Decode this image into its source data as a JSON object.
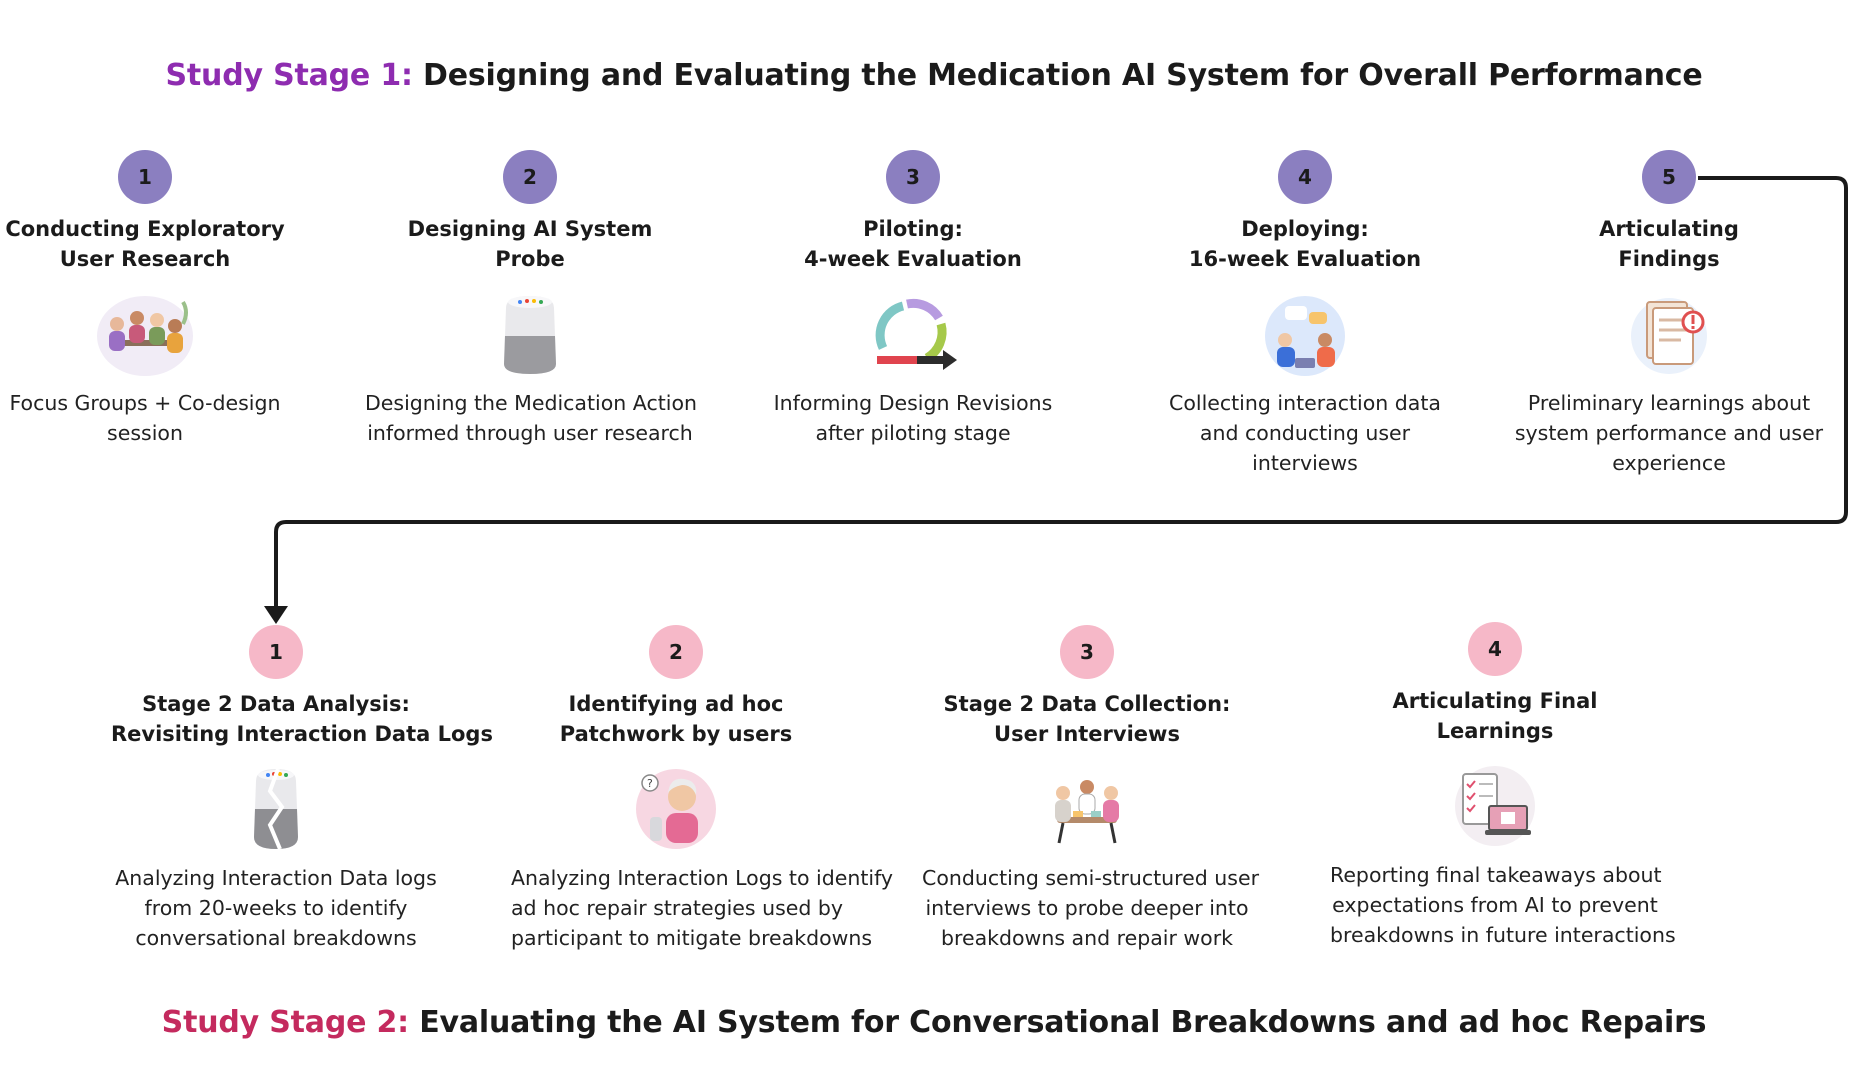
{
  "stage1": {
    "label": "Study Stage 1:",
    "title": "Designing and Evaluating the Medication AI System for Overall Performance",
    "label_color": "#8e2cb0",
    "circle_color": "#8b7fc0",
    "steps": [
      {
        "number": "1",
        "title_lines": [
          "Conducting Exploratory",
          "User Research"
        ],
        "desc_lines": [
          "Focus Groups + Co-design",
          "session"
        ],
        "icon": "focus-group-illustration"
      },
      {
        "number": "2",
        "title_lines": [
          "Designing AI System",
          "Probe"
        ],
        "desc_lines": [
          "Designing the Medication Action",
          "informed through user research"
        ],
        "icon": "smart-speaker-illustration"
      },
      {
        "number": "3",
        "title_lines": [
          "Piloting:",
          "4-week Evaluation"
        ],
        "desc_lines": [
          "Informing Design Revisions",
          "after piloting stage"
        ],
        "icon": "cycle-arrows-illustration"
      },
      {
        "number": "4",
        "title_lines": [
          "Deploying:",
          "16-week Evaluation"
        ],
        "desc_lines": [
          "Collecting interaction data",
          "and conducting user",
          "interviews"
        ],
        "icon": "interview-illustration"
      },
      {
        "number": "5",
        "title_lines": [
          "Articulating",
          "Findings"
        ],
        "desc_lines": [
          "Preliminary learnings about",
          "system performance and user",
          "experience"
        ],
        "icon": "report-alert-illustration"
      }
    ]
  },
  "stage2": {
    "label": "Study Stage 2:",
    "title": "Evaluating the AI System for Conversational Breakdowns and ad hoc Repairs",
    "label_color": "#c42a5e",
    "circle_color": "#f6b8c8",
    "steps": [
      {
        "number": "1",
        "title_lines": [
          "Stage 2 Data Analysis:",
          "Revisiting Interaction Data Logs"
        ],
        "desc_lines": [
          "Analyzing Interaction Data logs",
          "from 20-weeks to identify",
          "conversational breakdowns"
        ],
        "icon": "broken-speaker-illustration"
      },
      {
        "number": "2",
        "title_lines": [
          "Identifying ad hoc",
          "Patchwork by users"
        ],
        "desc_lines": [
          "Analyzing Interaction Logs to identify",
          "ad hoc repair strategies used by",
          "participant to mitigate breakdowns"
        ],
        "icon": "confused-user-illustration"
      },
      {
        "number": "3",
        "title_lines": [
          "Stage 2 Data Collection:",
          "User Interviews"
        ],
        "desc_lines": [
          "Conducting semi-structured user",
          "interviews to probe deeper into",
          "breakdowns and repair work"
        ],
        "icon": "user-interview-illustration"
      },
      {
        "number": "4",
        "title_lines": [
          "Articulating Final",
          "Learnings"
        ],
        "desc_lines": [
          "Reporting final takeaways about",
          "expectations from AI to prevent",
          "breakdowns in future interactions"
        ],
        "icon": "checklist-laptop-illustration"
      }
    ]
  }
}
